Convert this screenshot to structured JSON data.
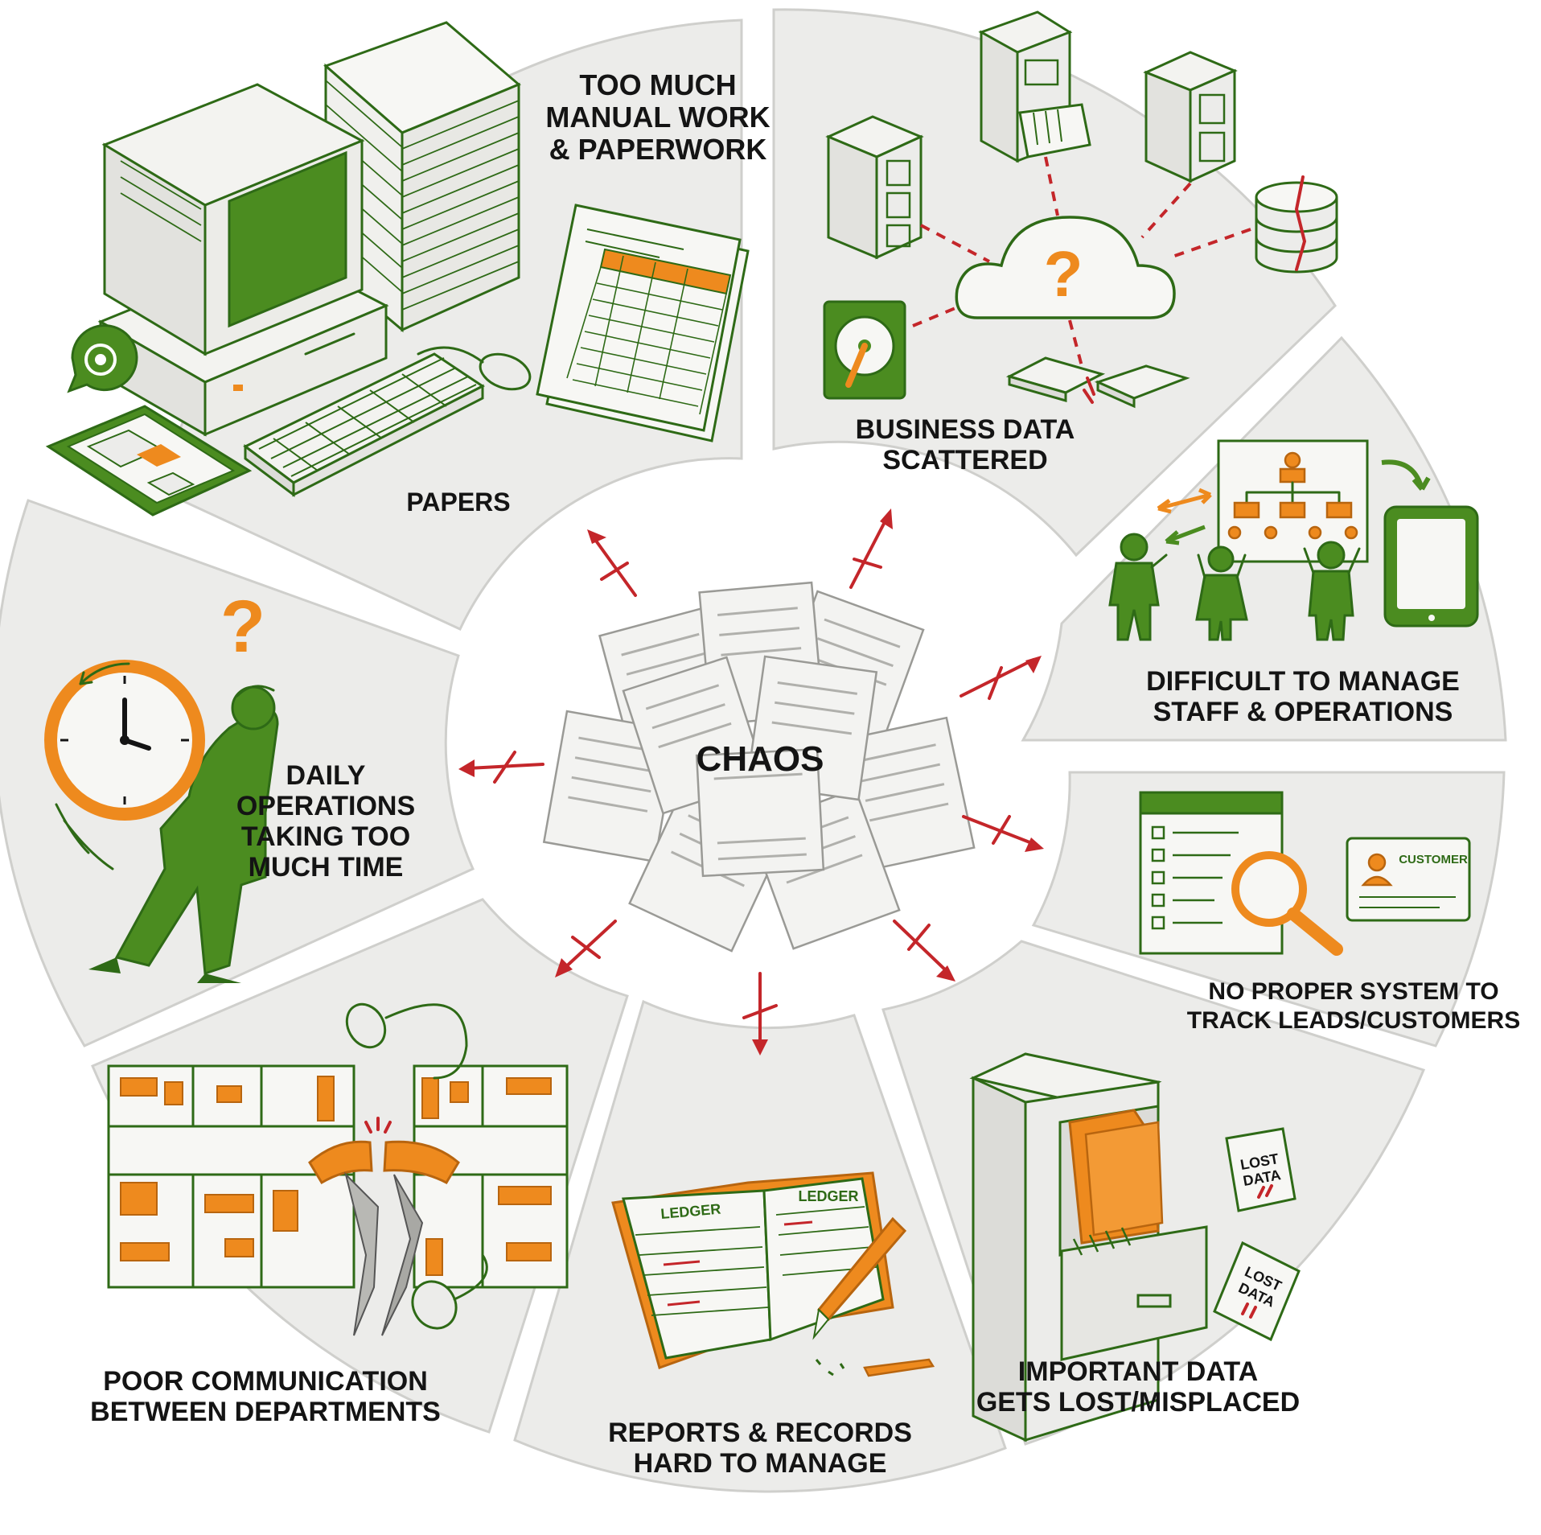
{
  "center": {
    "label": "CHAOS"
  },
  "segments": [
    {
      "id": "manual-work",
      "label_lines": [
        "TOO MUCH",
        "MANUAL WORK",
        "& PAPERWORK"
      ],
      "sub_label": "PAPERS"
    },
    {
      "id": "data-scattered",
      "label_lines": [
        "BUSINESS DATA",
        "SCATTERED"
      ]
    },
    {
      "id": "staff-operations",
      "label_lines": [
        "DIFFICULT TO MANAGE",
        "STAFF & OPERATIONS"
      ]
    },
    {
      "id": "track-leads",
      "label_lines": [
        "NO PROPER SYSTEM TO",
        "TRACK LEADS/CUSTOMERS"
      ],
      "card_label": "CUSTOMER"
    },
    {
      "id": "data-lost",
      "label_lines": [
        "IMPORTANT DATA",
        "GETS LOST/MISPLACED"
      ],
      "note_label": [
        "LOST",
        "DATA"
      ]
    },
    {
      "id": "reports-records",
      "label_lines": [
        "REPORTS & RECORDS",
        "HARD TO MANAGE"
      ],
      "ledger_label": "LEDGER"
    },
    {
      "id": "poor-communication",
      "label_lines": [
        "POOR COMMUNICATION",
        "BETWEEN DEPARTMENTS"
      ]
    },
    {
      "id": "daily-operations",
      "label_lines": [
        "DAILY",
        "OPERATIONS",
        "TAKING TOO",
        "MUCH TIME"
      ]
    }
  ],
  "icons": {
    "question_mark": "?",
    "colors": {
      "green": "#4b8c20",
      "orange": "#ee8a1e",
      "red": "#c4262a",
      "segment": "#ececea"
    }
  }
}
